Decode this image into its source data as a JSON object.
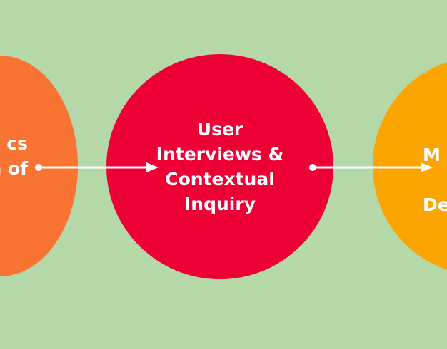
{
  "colors": {
    "background": "#b5d8a9",
    "left_node": "#f97433",
    "center_node": "#ec0035",
    "right_node": "#fca400",
    "text": "#ffffff",
    "connector": "#ffffff"
  },
  "nodes": {
    "left": {
      "lines": [
        "cs",
        "n of"
      ]
    },
    "center": {
      "lines": [
        "User",
        "Interviews &",
        "Contextual",
        "Inquiry"
      ]
    },
    "right": {
      "lines": [
        "M",
        "",
        "De"
      ]
    }
  }
}
